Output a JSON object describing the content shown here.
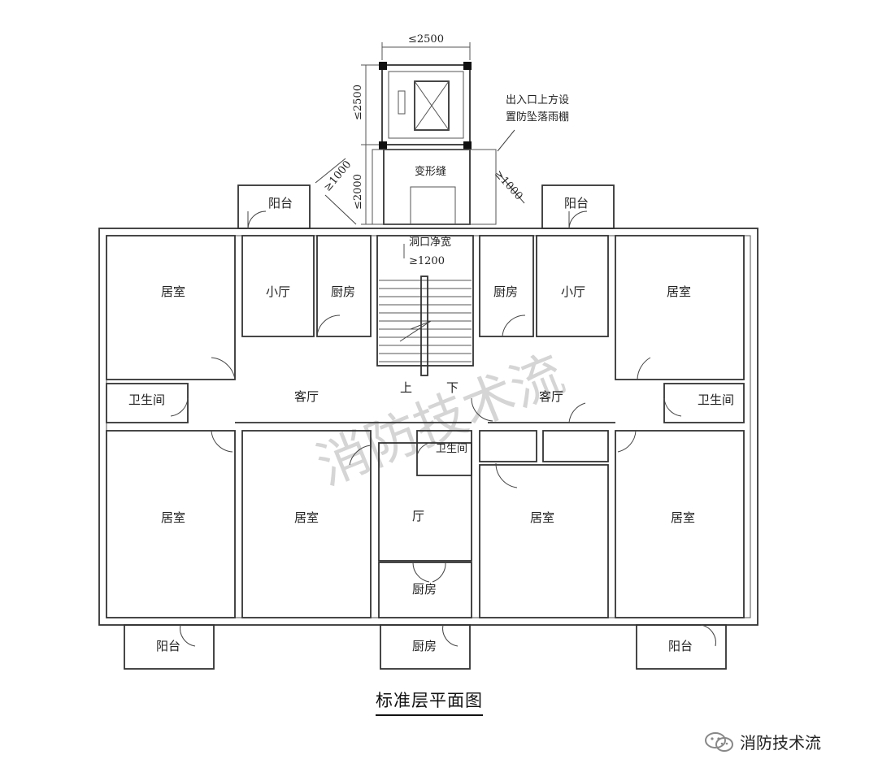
{
  "dimensions": {
    "top_width": "≤2500",
    "shaft_depth": "≤2500",
    "passage_depth": "≤2000",
    "side_left": "≥1000",
    "side_right": "≥1000",
    "opening_width": "≥1200",
    "opening_label": "洞口净宽"
  },
  "notes": {
    "canopy_line1": "出入口上方设",
    "canopy_line2": "置防坠落雨棚",
    "expansion_joint": "变形缝"
  },
  "rooms": {
    "balcony_top_left": "阳台",
    "balcony_top_right": "阳台",
    "bedroom_tl": "居室",
    "small_hall_l": "小厅",
    "kitchen_l": "厨房",
    "kitchen_r": "厨房",
    "small_hall_r": "小厅",
    "bedroom_tr": "居室",
    "bath_l": "卫生间",
    "living_l": "客厅",
    "living_r": "客厅",
    "bath_r": "卫生间",
    "stair_up": "上",
    "stair_down": "下",
    "bath_mid": "卫生间",
    "bedroom_bl": "居室",
    "bedroom_bml": "居室",
    "hall_mid": "厅",
    "bedroom_bmr": "居室",
    "bedroom_br": "居室",
    "kitchen_mid": "厨房",
    "balcony_bl": "阳台",
    "kitchen_bm": "厨房",
    "balcony_br": "阳台"
  },
  "watermark": "消防技术流",
  "title": "标准层平面图",
  "brand": "消防技术流"
}
